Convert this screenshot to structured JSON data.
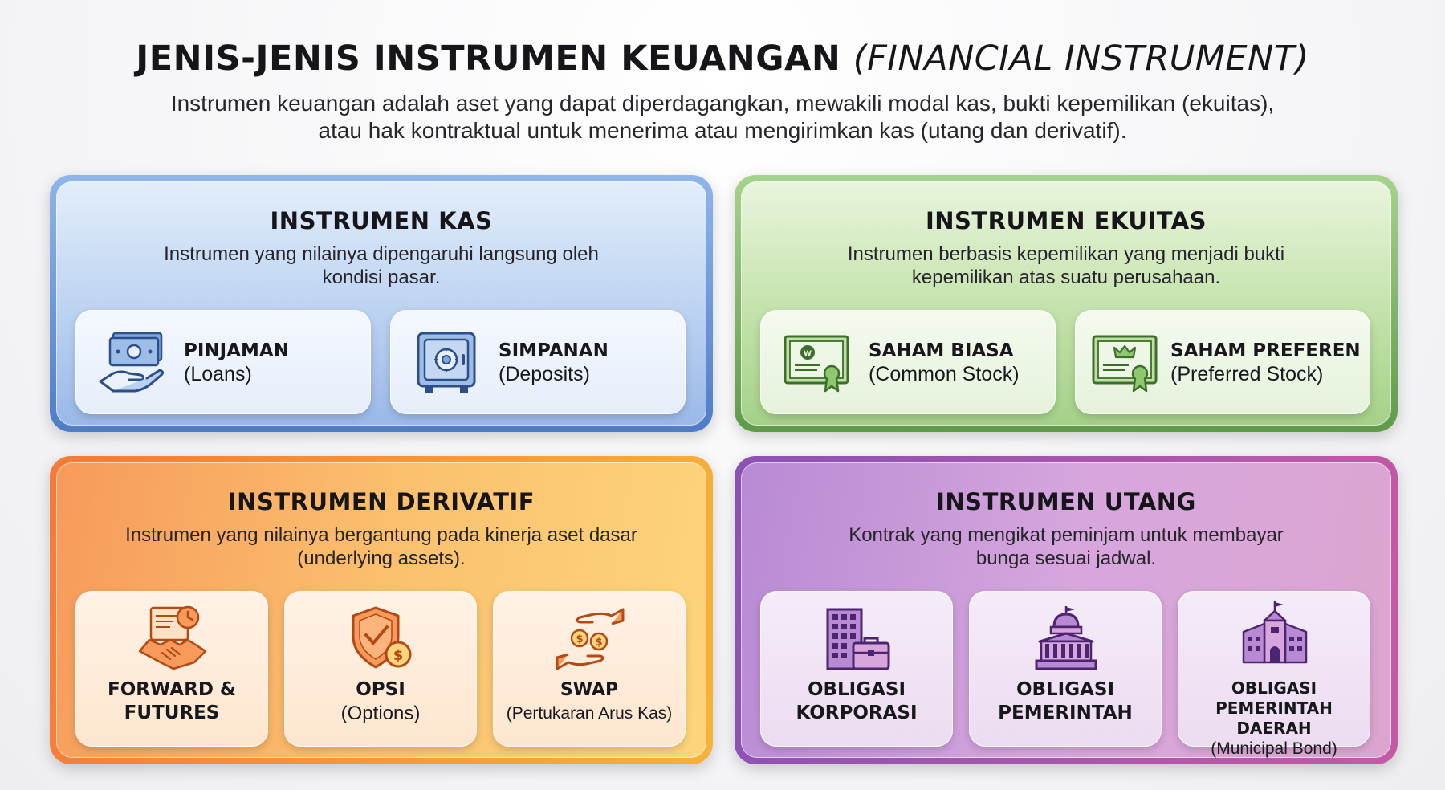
{
  "header": {
    "title_main": "JENIS-JENIS INSTRUMEN KEUANGAN",
    "title_italic": "(FINANCIAL INSTRUMENT)",
    "subtitle_line1": "Instrumen keuangan adalah aset yang dapat diperdagangkan, mewakili modal kas, bukti kepemilikan (ekuitas),",
    "subtitle_line2": "atau hak kontraktual untuk menerima atau mengirimkan kas (utang dan derivatif)."
  },
  "panels": {
    "kas": {
      "title": "INSTRUMEN KAS",
      "desc_line1": "Instrumen yang nilainya dipengaruhi langsung oleh",
      "desc_line2": "kondisi pasar.",
      "items": [
        {
          "name": "PINJAMAN",
          "sub": "(Loans)",
          "icon": "money-hand-icon"
        },
        {
          "name": "SIMPANAN",
          "sub": "(Deposits)",
          "icon": "safe-icon"
        }
      ]
    },
    "ekuitas": {
      "title": "INSTRUMEN EKUITAS",
      "desc_line1": "Instrumen berbasis kepemilikan yang menjadi bukti",
      "desc_line2": "kepemilikan atas suatu perusahaan.",
      "items": [
        {
          "name": "SAHAM BIASA",
          "sub": "(Common Stock)",
          "icon": "certificate-icon"
        },
        {
          "name": "SAHAM PREFEREN",
          "sub": "(Preferred Stock)",
          "icon": "crown-certificate-icon"
        }
      ]
    },
    "derivatif": {
      "title": "INSTRUMEN DERIVATIF",
      "desc_line1": "Instrumen yang nilainya bergantung pada kinerja aset dasar",
      "desc_line2": "(underlying assets).",
      "items": [
        {
          "name_line1": "FORWARD &",
          "name_line2": "FUTURES",
          "icon": "handshake-contract-icon"
        },
        {
          "name": "OPSI",
          "sub": "(Options)",
          "icon": "shield-coin-icon"
        },
        {
          "name": "SWAP",
          "sub": "(Pertukaran Arus Kas)",
          "icon": "coin-exchange-hands-icon"
        }
      ]
    },
    "utang": {
      "title": "INSTRUMEN UTANG",
      "desc_line1": "Kontrak yang mengikat peminjam untuk membayar",
      "desc_line2": "bunga sesuai jadwal.",
      "items": [
        {
          "name_line1": "OBLIGASI",
          "name_line2": "KORPORASI",
          "icon": "office-briefcase-icon"
        },
        {
          "name_line1": "OBLIGASI",
          "name_line2": "PEMERINTAH",
          "icon": "capitol-icon"
        },
        {
          "name_line1": "OBLIGASI",
          "name_line2": "PEMERINTAH DAERAH",
          "sub": "(Municipal Bond)",
          "icon": "city-hall-icon"
        }
      ]
    }
  },
  "colors": {
    "kas": "#4f7cc7",
    "ekuitas": "#5d9b4a",
    "derivatif": "#f57a3a",
    "utang": "#8a52b4"
  }
}
